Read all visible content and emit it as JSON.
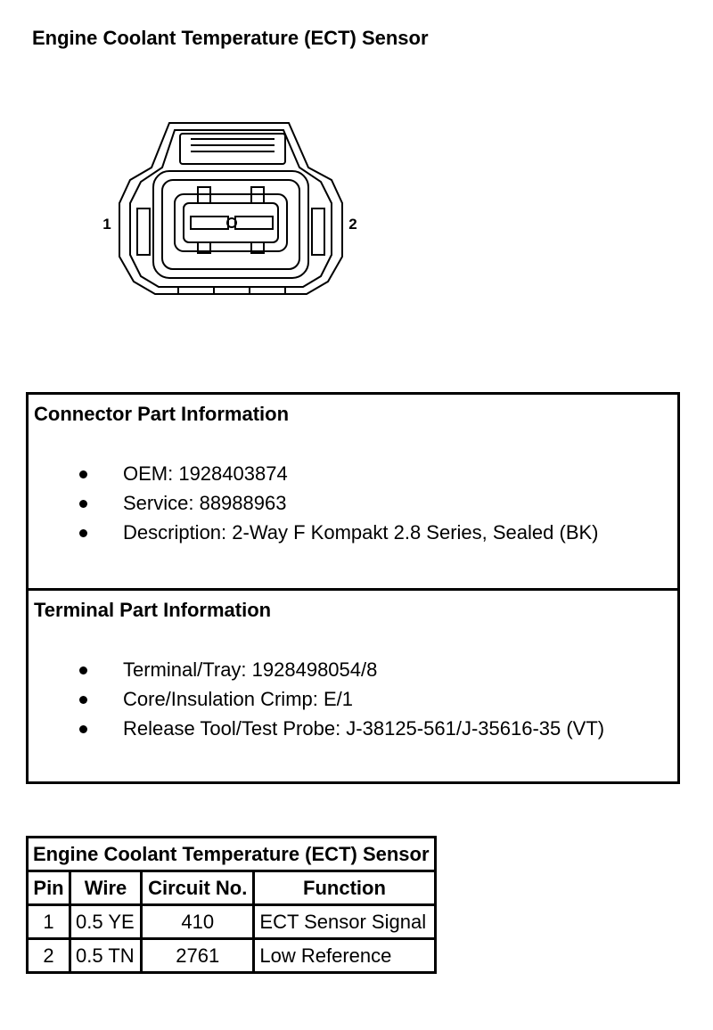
{
  "page_title": "Engine Coolant Temperature (ECT) Sensor",
  "figure": {
    "pin_labels": [
      "1",
      "2"
    ]
  },
  "connector_info": {
    "heading": "Connector Part Information",
    "items": [
      "OEM: 1928403874",
      "Service: 88988963",
      "Description: 2-Way F Kompakt 2.8 Series, Sealed (BK)"
    ]
  },
  "terminal_info": {
    "heading": "Terminal Part Information",
    "items": [
      "Terminal/Tray: 1928498054/8",
      "Core/Insulation Crimp: E/1",
      "Release Tool/Test Probe: J-38125-561/J-35616-35 (VT)"
    ]
  },
  "pin_table": {
    "caption": "Engine Coolant Temperature (ECT) Sensor",
    "headers": [
      "Pin",
      "Wire",
      "Circuit No.",
      "Function"
    ],
    "rows": [
      [
        "1",
        "0.5 YE",
        "410",
        "ECT Sensor Signal"
      ],
      [
        "2",
        "0.5 TN",
        "2761",
        "Low Reference"
      ]
    ]
  }
}
